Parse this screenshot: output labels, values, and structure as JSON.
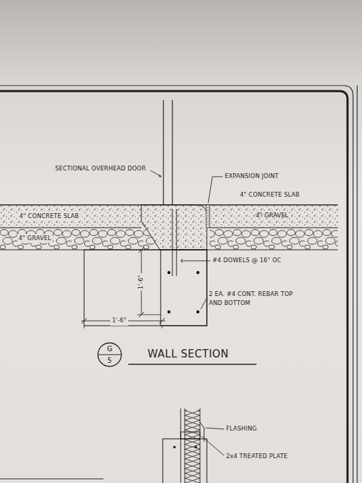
{
  "diagram": {
    "title": "WALL SECTION",
    "nodes": [
      {
        "text": [
          "G",
          "5"
        ]
      }
    ],
    "labels": [
      "SECTIONAL OVERHEAD DOOR",
      "EXPANSION JOINT",
      "4\" CONCRETE SLAB",
      "4\" CONCRETE SLAB",
      "4\" GRAVEL",
      "4\" GRAVEL",
      "#4 DOWELS @ 16\" OC",
      "1'-6\"",
      "1'-6\"",
      "2 EA. #4 CONT. REBAR TOP AND BOTTOM",
      "FLASHING",
      "2x4 TREATED PLATE"
    ]
  }
}
